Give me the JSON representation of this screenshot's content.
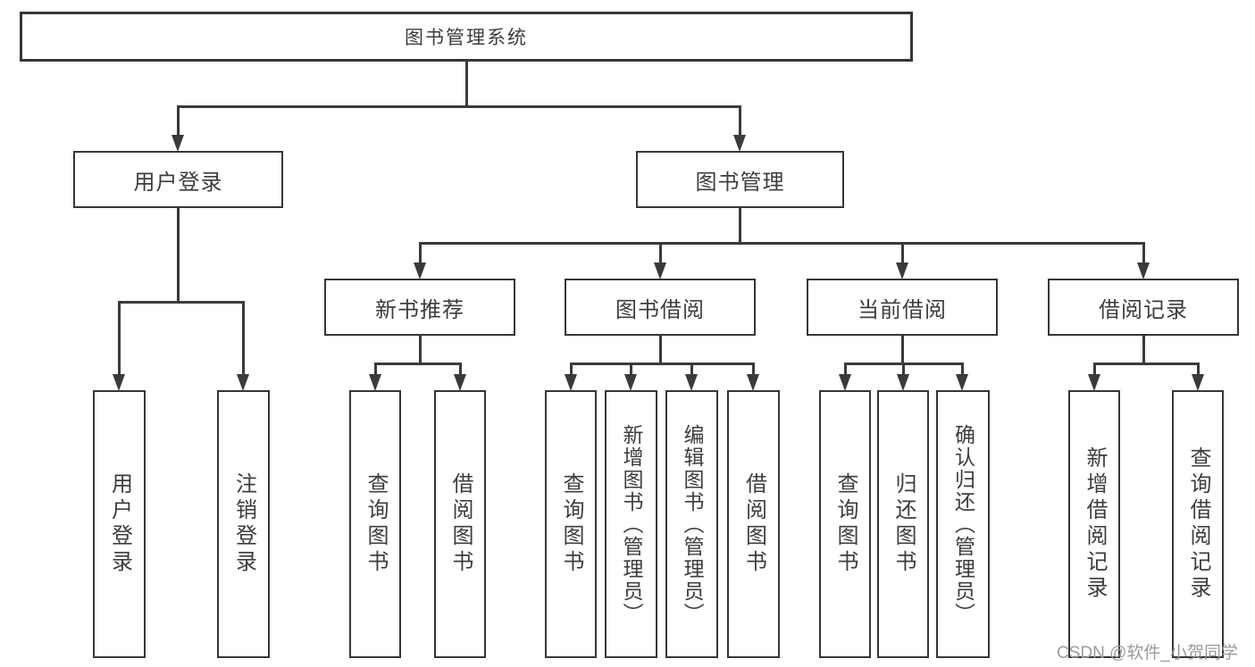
{
  "watermark": "CSDN @软件_小贺同学",
  "colors": {
    "line": "#3a3a3a",
    "border": "#363636",
    "text": "#3d3d3d",
    "watermark_text": "#9b9b9b",
    "background": "#ffffff"
  },
  "tree": {
    "root": "图书管理系统",
    "branches": [
      {
        "label": "用户登录",
        "leaves": [
          "用户登录",
          "注销登录"
        ]
      },
      {
        "label": "图书管理",
        "groups": [
          {
            "label": "新书推荐",
            "leaves": [
              "查询图书",
              "借阅图书"
            ]
          },
          {
            "label": "图书借阅",
            "leaves": [
              "查询图书",
              "新增图书（管理员）",
              "编辑图书（管理员）",
              "借阅图书"
            ]
          },
          {
            "label": "当前借阅",
            "leaves": [
              "查询图书",
              "归还图书",
              "确认归还（管理员）"
            ]
          },
          {
            "label": "借阅记录",
            "leaves": [
              "新增借阅记录",
              "查询借阅记录"
            ]
          }
        ]
      }
    ]
  }
}
